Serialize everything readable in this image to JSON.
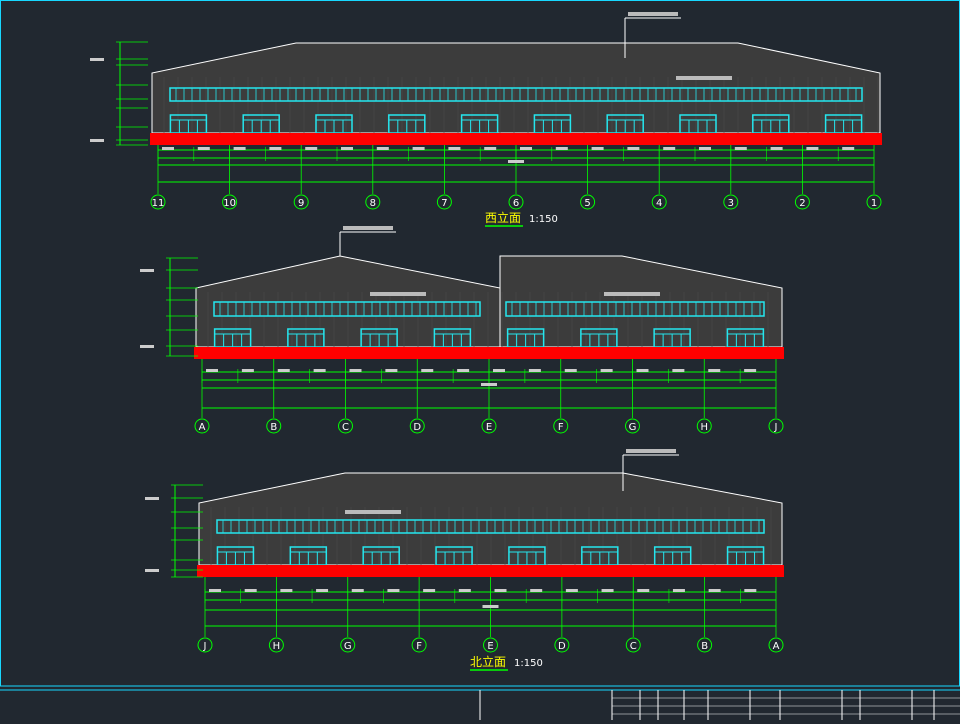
{
  "title_block": {
    "cells": [
      "",
      "",
      "",
      "",
      "",
      "",
      "",
      "",
      ""
    ]
  },
  "elevations": [
    {
      "id": "west",
      "title": "西立面",
      "scale": "1:150",
      "axis_labels": [
        "11",
        "10",
        "9",
        "8",
        "7",
        "6",
        "5",
        "4",
        "3",
        "2",
        "1"
      ],
      "window_count": 10,
      "has_partition": false
    },
    {
      "id": "middle",
      "title": "",
      "scale": "",
      "axis_labels": [
        "A",
        "B",
        "C",
        "D",
        "E",
        "F",
        "G",
        "H",
        "J"
      ],
      "window_count": 8,
      "has_partition": true
    },
    {
      "id": "north",
      "title": "北立面",
      "scale": "1:150",
      "axis_labels": [
        "J",
        "H",
        "G",
        "F",
        "E",
        "D",
        "C",
        "B",
        "A"
      ],
      "window_count": 8,
      "has_partition": false
    }
  ],
  "colors": {
    "background": "#212830",
    "frame": "#18d8ff",
    "wall": "#3c3c3c",
    "outline": "#ffffff",
    "plinth": "#ff0000",
    "window": "#25e6ee",
    "dimension": "#00ff00",
    "annotation": "#ffff00"
  }
}
